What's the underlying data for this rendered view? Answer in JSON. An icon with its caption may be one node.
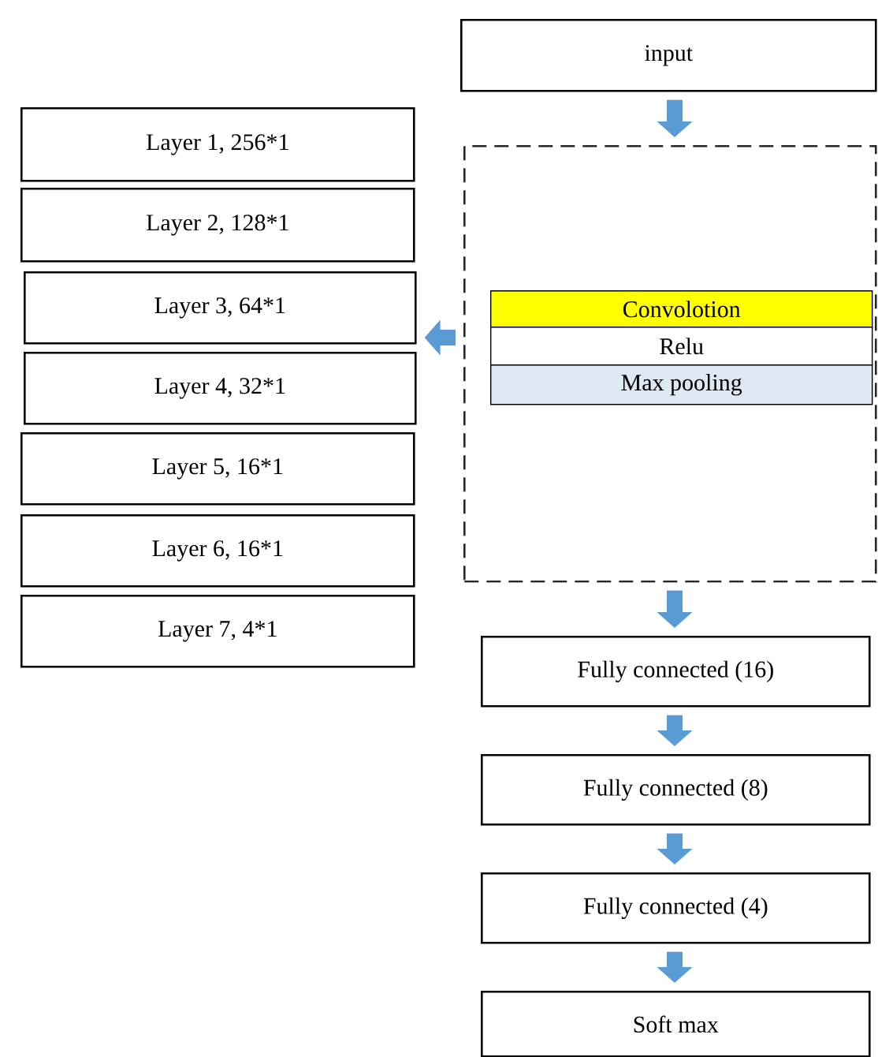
{
  "diagram": {
    "nodes": [
      {
        "text": [
          "input"
        ]
      },
      {
        "text": [],
        "shape": "box"
      },
      {
        "text": [
          "Convolotion"
        ],
        "in": 1
      },
      {
        "text": [
          "Relu"
        ],
        "in": 1
      },
      {
        "text": [
          "Max pooling"
        ],
        "in": 1
      },
      {
        "text": [
          "Layer 1, 256*1"
        ]
      },
      {
        "text": [
          "Layer 2, 128*1"
        ]
      },
      {
        "text": [
          "Layer 3, 64*1"
        ]
      },
      {
        "text": [
          "Layer 4, 32*1"
        ]
      },
      {
        "text": [
          "Layer 5, 16*1"
        ]
      },
      {
        "text": [
          "Layer 6, 16*1"
        ]
      },
      {
        "text": [
          "Layer 7, 4*1"
        ]
      },
      {
        "text": [
          "Fully connected (16)"
        ]
      },
      {
        "text": [
          "Fully connected (8)"
        ]
      },
      {
        "text": [
          "Fully connected (4)"
        ]
      },
      {
        "text": [
          "Soft max"
        ]
      }
    ],
    "edges": [
      {
        "from": 0,
        "to": 1,
        "arrow": "to"
      },
      {
        "from": 1,
        "to": 7,
        "arrow": "to"
      },
      {
        "from": 1,
        "to": 12,
        "arrow": "to"
      },
      {
        "from": 12,
        "to": 13,
        "arrow": "to"
      },
      {
        "from": 13,
        "to": 14,
        "arrow": "to"
      },
      {
        "from": 14,
        "to": 15,
        "arrow": "to"
      }
    ]
  }
}
